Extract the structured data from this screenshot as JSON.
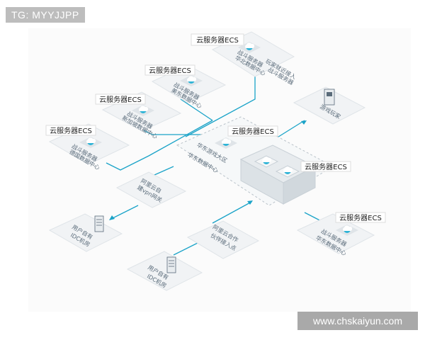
{
  "watermarks": {
    "top_left": "TG: MYYJJPP",
    "bottom_right": "www.chskaiyun.com"
  },
  "colors": {
    "connector": "#1aa3c8",
    "plate_top": "#f1f3f5",
    "plate_side": "#dfe4e8",
    "cloud_icon": "#2db3d6"
  },
  "nodes": {
    "ecs_north": {
      "label": "云服务器ECS",
      "lines": [
        "战斗服务器",
        "华北数据中心"
      ]
    },
    "ecs_west": {
      "label": "云服务器ECS",
      "lines": [
        "战斗服务器",
        "美东数据中心"
      ]
    },
    "ecs_singapore": {
      "label": "云服务器ECS",
      "lines": [
        "战斗服务器",
        "新加坡数据中心"
      ]
    },
    "ecs_europe": {
      "label": "云服务器ECS",
      "lines": [
        "战斗服务器",
        "德国数据中心"
      ]
    },
    "ecs_region": {
      "label": "云服务器ECS",
      "lines": [
        "华东游戏大区",
        "华东数据中心"
      ]
    },
    "ecs_cluster": {
      "label": "云服务器ECS"
    },
    "ecs_south": {
      "label": "云服务器ECS",
      "lines": [
        "战斗服务器",
        "华东数据中心"
      ]
    },
    "nearby_access": {
      "lines": [
        "玩家就近接入",
        "战斗服务器"
      ]
    },
    "player": {
      "lines": [
        "游戏玩家"
      ]
    },
    "vpn_gateway": {
      "lines": [
        "阿里云自",
        "建vpn网关"
      ]
    },
    "idc_top": {
      "lines": [
        "用户自有",
        "IDC机房"
      ]
    },
    "partner_access": {
      "lines": [
        "阿里云合作",
        "伙伴接入点"
      ]
    },
    "idc_bottom": {
      "lines": [
        "用户自有",
        "IDC机房"
      ]
    }
  }
}
